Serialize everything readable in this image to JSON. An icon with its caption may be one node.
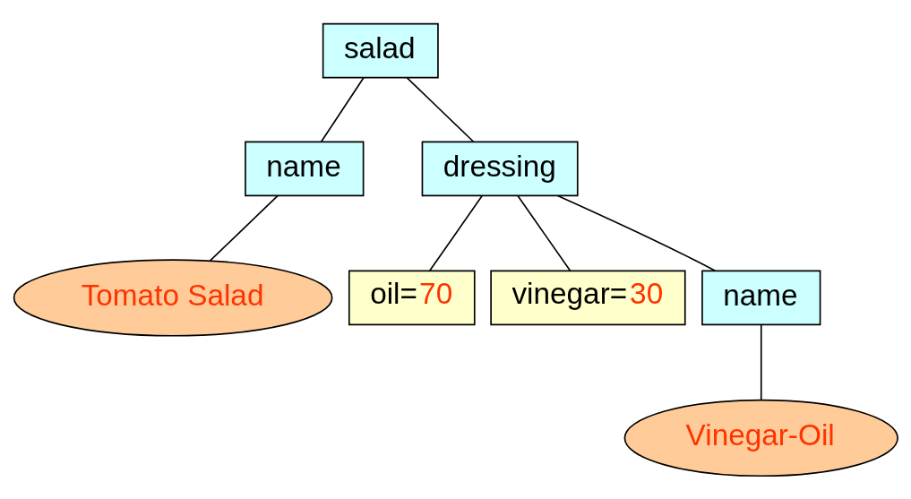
{
  "diagram": {
    "nodes": [
      {
        "text": [
          "salad"
        ]
      },
      {
        "text": [
          "name"
        ]
      },
      {
        "text": [
          "dressing"
        ]
      },
      {
        "text": [
          "Tomato Salad"
        ]
      },
      {
        "text": [
          "oil=70"
        ]
      },
      {
        "text": [
          "vinegar=30"
        ]
      },
      {
        "text": [
          "name"
        ]
      },
      {
        "text": [
          "Vinegar-Oil"
        ]
      }
    ],
    "edges": [
      {
        "from": 0,
        "to": 1,
        "arrow": "none"
      },
      {
        "from": 0,
        "to": 2,
        "arrow": "none"
      },
      {
        "from": 1,
        "to": 3,
        "arrow": "none"
      },
      {
        "from": 2,
        "to": 4,
        "arrow": "none"
      },
      {
        "from": 2,
        "to": 5,
        "arrow": "none"
      },
      {
        "from": 2,
        "to": 6,
        "arrow": "none"
      },
      {
        "from": 6,
        "to": 7,
        "arrow": "none"
      }
    ]
  }
}
